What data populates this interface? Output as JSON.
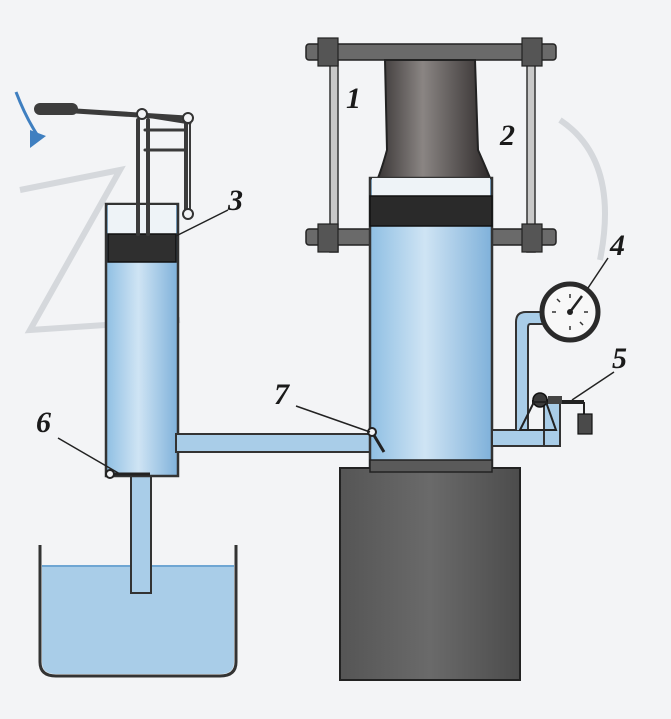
{
  "labels": {
    "press_piston": "1",
    "frame": "2",
    "pump_piston": "3",
    "gauge": "4",
    "safety_valve": "5",
    "intake_valve": "6",
    "check_valve": "7"
  },
  "colors": {
    "water": "#a9cde8",
    "water_dark": "#7eb3dc",
    "metal_dark": "#4a4a4a",
    "base": "#5a5a5a",
    "arrow": "#3f7fc0"
  }
}
